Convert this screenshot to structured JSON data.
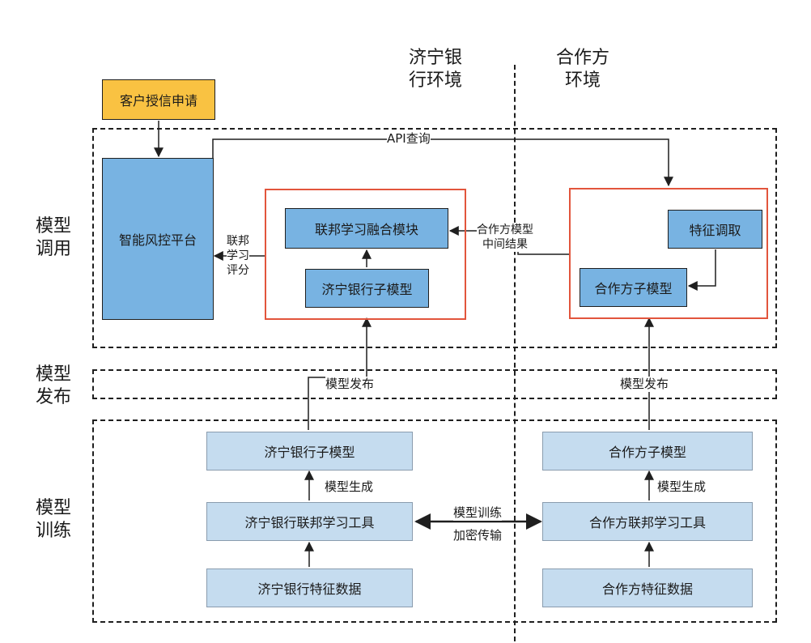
{
  "columns": {
    "bank": "济宁银\n行环境",
    "partner": "合作方\n环境"
  },
  "rows": {
    "invoke": "模型\n调用",
    "publish": "模型\n发布",
    "train": "模型\n训练"
  },
  "boxes": {
    "apply": "客户授信申请",
    "risk_platform": "智能风控平台",
    "fusion": "联邦学习融合模块",
    "bank_sub_model_top": "济宁银行子模型",
    "feature_fetch": "特征调取",
    "partner_sub_model_top": "合作方子模型",
    "bank_sub_model_bottom": "济宁银行子模型",
    "bank_fl_tool": "济宁银行联邦学习工具",
    "bank_feature_data": "济宁银行特征数据",
    "partner_sub_model_bottom": "合作方子模型",
    "partner_fl_tool": "合作方联邦学习工具",
    "partner_feature_data": "合作方特征数据"
  },
  "labels": {
    "api_query": "API查询",
    "fl_score": "联邦\n学习\n评分",
    "partner_mid_result": "合作方模型\n中间结果",
    "publish_left": "模型发布",
    "publish_right": "模型发布",
    "gen_left": "模型生成",
    "gen_right": "模型生成",
    "train_transfer_1": "模型训练",
    "train_transfer_2": "加密传输"
  },
  "colors": {
    "yellow_box": "#f9c242",
    "blue_box": "#78b3e2",
    "light_blue_box": "#c5dcef",
    "red_frame": "#e2553c"
  }
}
